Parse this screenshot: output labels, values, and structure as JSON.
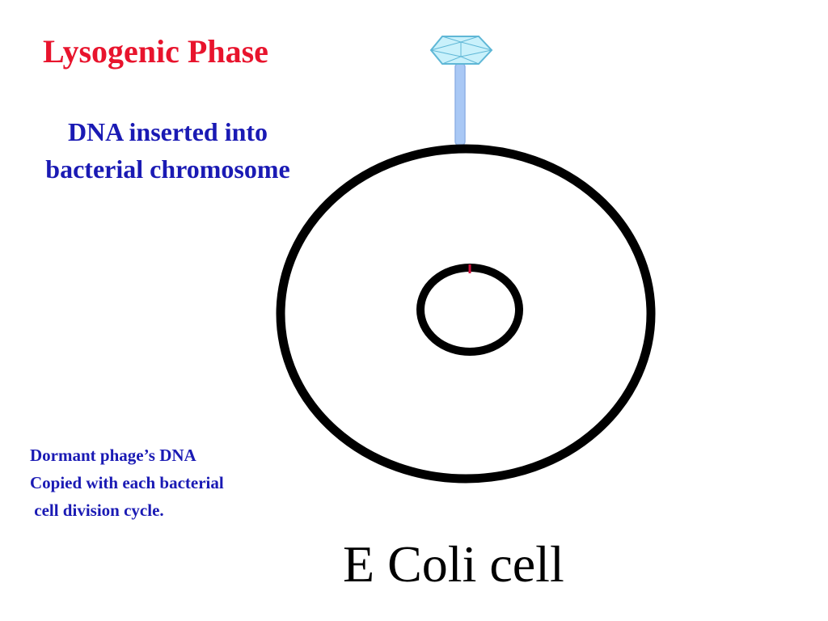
{
  "slide": {
    "title": "Lysogenic Phase",
    "subtitle_lines": [
      "DNA inserted into",
      "bacterial chromosome"
    ],
    "note_lines": [
      "Dormant phage’s DNA",
      "Copied with each bacterial",
      " cell division cycle."
    ],
    "cell_label": "E Coli cell"
  },
  "colors": {
    "title": "#e8142d",
    "body_text": "#1a1ab4",
    "cell_outline": "#000000",
    "phage_head": "#c9f1fb",
    "phage_tail": "#a9c8f5",
    "inserted_dna": "#d0103a"
  },
  "icons": {
    "phage": "bacteriophage-icon"
  }
}
